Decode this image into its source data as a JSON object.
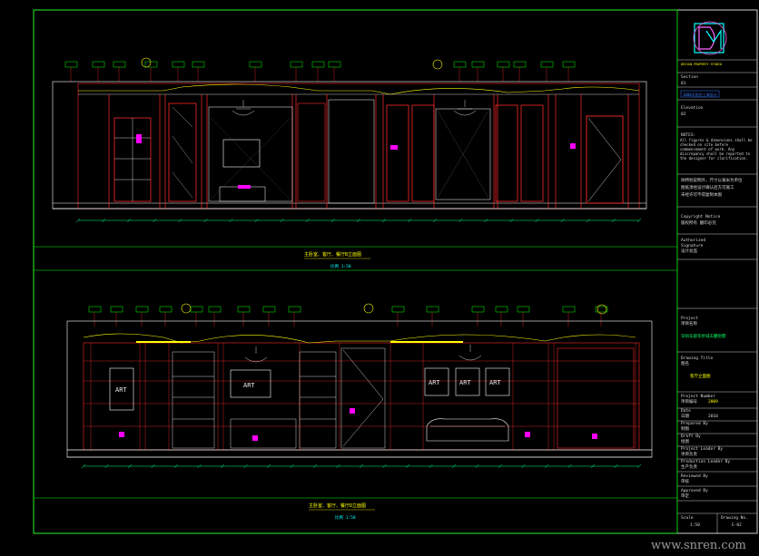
{
  "drawing": {
    "upper_view": {
      "title": "主卧室、客厅、餐厅B立面图",
      "scale": "比例 1:50"
    },
    "lower_view": {
      "title": "主卧室、客厅、餐厅D立面图",
      "scale": "比例 1:50"
    },
    "art_label": "ART"
  },
  "title_block": {
    "logo_text": "DESIGN PROPERTY STUDIO",
    "section_label_1": "Section",
    "section_value_1": "01",
    "blue_label": "1000天阳台上海设计",
    "elevation_label": "Elevation",
    "elevation_value": "02",
    "notes_title": "NOTES:",
    "notes_text": "All figures & dimensions shall be checked on site before commencement of work. Any discrepancy shall be reported to the designer for clarification.",
    "approval_lines": [
      "除特别说明外，尺寸以毫米为单位",
      "图纸须经设计确认后方可施工",
      "未经许可不得复制本图"
    ],
    "copyright_title": "Copyright Notice",
    "copyright_text": "版权所有 翻印必究",
    "authorized_label": "Authorized",
    "authorized_value": "Signature",
    "authorized_sub": "设计总监",
    "project_label": "Project",
    "project_sub": "项目名称",
    "project_value_green": "深圳东部华侨城天麓别墅",
    "drawing_title_label": "Drawing Title",
    "drawing_title_value": "图名",
    "drawing_title_red": "客厅立面图",
    "project_number_label": "Project Number",
    "project_number_sub": "项目编号",
    "project_number_value": "2009",
    "date_label": "Date",
    "date_sub": "日期",
    "date_value": "2010",
    "prepared_label": "Prepared By",
    "prepared_sub": "制图",
    "draft_label": "Draft By",
    "draft_sub": "绘图",
    "project_leader_label": "Project Leader By",
    "project_leader_sub": "项目负责",
    "production_label": "Production Leader By",
    "production_sub": "生产负责",
    "reviewed_label": "Reviewed By",
    "reviewed_sub": "审核",
    "approved_label": "Approved By",
    "approved_sub": "审定",
    "scale_label": "Scale",
    "scale_value": "1:50",
    "drawing_no_label": "Drawing No.",
    "drawing_no_value": "E-02"
  },
  "watermark": "www.snren.com",
  "colors": {
    "background": "#000000",
    "frame": "#00ff00",
    "wall": "#ff2a2a",
    "furniture": "#ffffff",
    "dimension": "#00ff88",
    "accent_yellow": "#ffff00",
    "cyan": "#00ffff",
    "magenta": "#ff00ff",
    "blue": "#3a7bff"
  }
}
